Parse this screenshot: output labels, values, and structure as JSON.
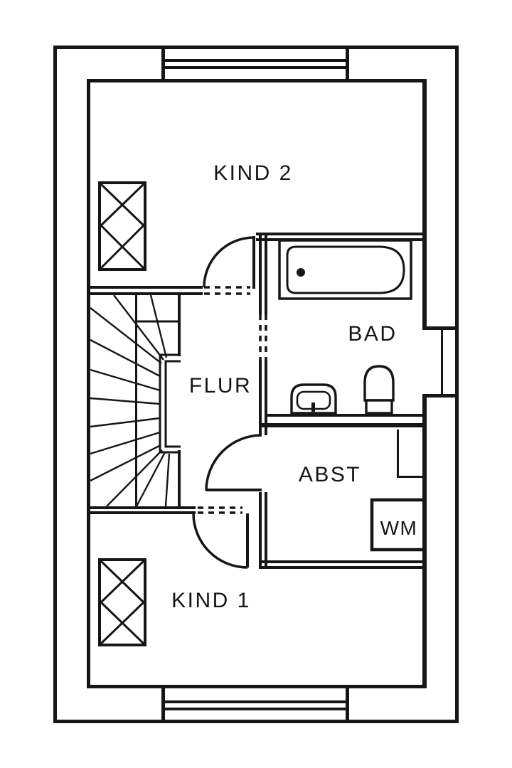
{
  "plan": {
    "type": "floor-plan",
    "language": "de",
    "rooms": [
      {
        "id": "kind2",
        "label": "KIND 2"
      },
      {
        "id": "bad",
        "label": "BAD"
      },
      {
        "id": "flur",
        "label": "FLUR"
      },
      {
        "id": "abst",
        "label": "ABST"
      },
      {
        "id": "kind1",
        "label": "KIND 1"
      }
    ],
    "appliances": [
      {
        "id": "wm",
        "label": "WM"
      }
    ],
    "fixtures": [
      "staircase",
      "bathtub",
      "toilet",
      "sink",
      "wardrobe-kind2",
      "wardrobe-kind1",
      "washing-machine",
      "duct"
    ],
    "openings": [
      "door-kind2",
      "door-kind1",
      "door-abst",
      "opening-bad",
      "window-top",
      "window-bottom"
    ],
    "colors": {
      "line": "#161616",
      "background": "#ffffff"
    }
  }
}
